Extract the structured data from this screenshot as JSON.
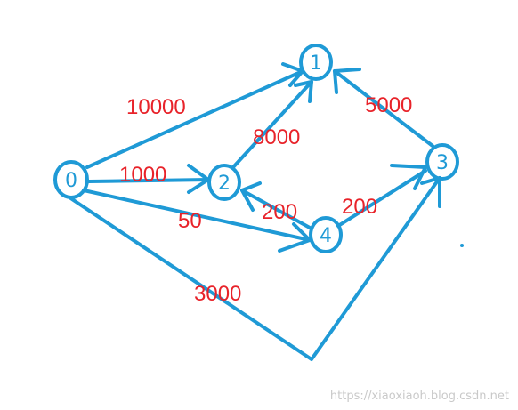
{
  "colors": {
    "edge": "#1f9ad6",
    "weight": "#e8232a"
  },
  "nodes": [
    {
      "id": "0",
      "label": "0"
    },
    {
      "id": "1",
      "label": "1"
    },
    {
      "id": "2",
      "label": "2"
    },
    {
      "id": "3",
      "label": "3"
    },
    {
      "id": "4",
      "label": "4"
    }
  ],
  "edges": [
    {
      "from": "0",
      "to": "1",
      "weight": "10000"
    },
    {
      "from": "0",
      "to": "2",
      "weight": "1000"
    },
    {
      "from": "0",
      "to": "4",
      "weight": "50"
    },
    {
      "from": "0",
      "to": "3",
      "weight": "3000"
    },
    {
      "from": "2",
      "to": "1",
      "weight": "8000"
    },
    {
      "from": "4",
      "to": "2",
      "weight": "200"
    },
    {
      "from": "4",
      "to": "3",
      "weight": "200"
    },
    {
      "from": "3",
      "to": "1",
      "weight": "5000"
    }
  ],
  "watermark": "https://xiaoxiaoh.blog.csdn.net"
}
